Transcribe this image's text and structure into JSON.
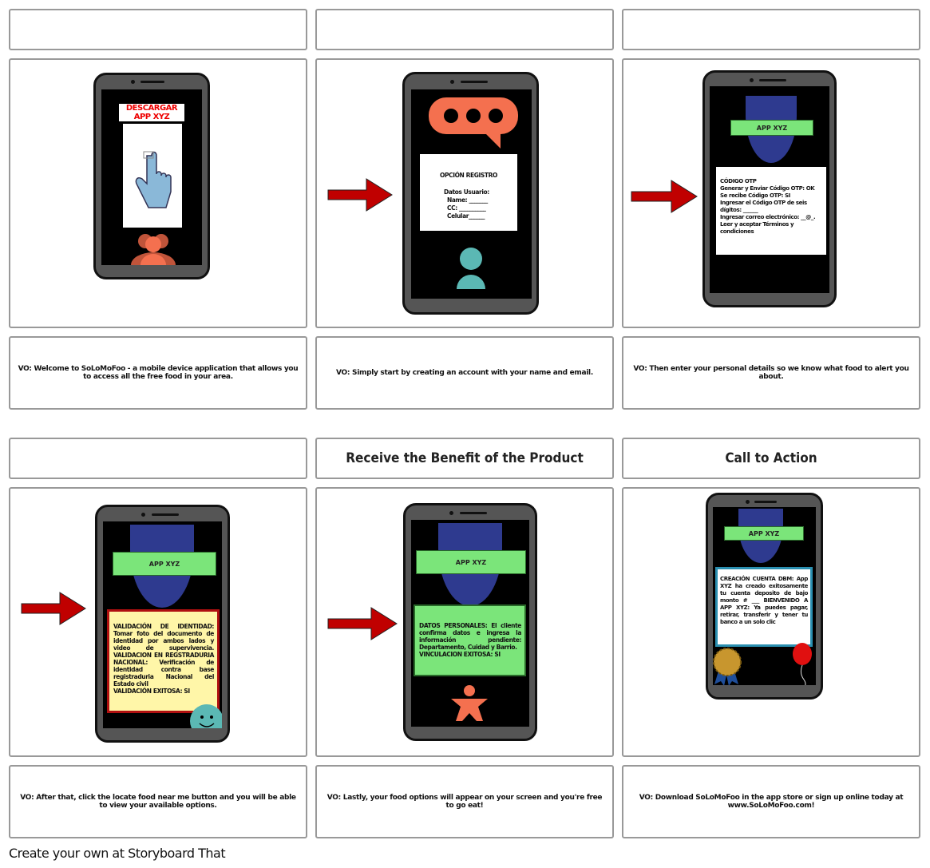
{
  "panels": [
    {
      "title": "",
      "caption": "VO: Welcome to SoLoMoFoo - a mobile device application that allows you to access all the free food in your area.",
      "screen": {
        "header": "DESCARGAR APP XYZ"
      }
    },
    {
      "title": "",
      "caption": "VO: Simply start by creating an account with your name and email.",
      "screen": {
        "heading": "OPCIÓN REGISTRO",
        "lines": [
          "Datos Usuario:",
          "Name: _______",
          "CC: __________",
          "Celular______"
        ]
      }
    },
    {
      "title": "",
      "caption": "VO: Then enter your personal details so we know what food to alert you about.",
      "screen": {
        "banner": "APP XYZ",
        "lines": [
          "CÓDIGO OTP",
          "Generar y Enviar Código OTP: OK",
          "Se recibe Código OTP: SI",
          "Ingresar el Código OTP de seis dígitos: ______",
          "Ingresar correo electrónico: __@_.",
          "Leer y aceptar Términos y condiciones"
        ]
      }
    },
    {
      "title": "",
      "caption": "VO: After that, click the locate food near me button and you will be able to view your available options.",
      "screen": {
        "banner": "APP XYZ",
        "text": "VALIDACIÓN DE IDENTIDAD: Tomar foto del documento de identidad por ambos lados y video de supervivencia. VALIDACION EN REGSTRADURIA NACIONAL: Verificación de identidad contra base registraduria Nacional del Estado civil",
        "last": "VALIDACIÓN EXITOSA: SI"
      }
    },
    {
      "title": "Receive the Benefit of the Product",
      "caption": "VO: Lastly, your food options will appear on your screen and you're free to go eat!",
      "screen": {
        "banner": "APP XYZ",
        "text": "DATOS PERSONALES: El cliente confirma datos e ingresa la información pendiente: Departamento, Cuidad y Barrio.",
        "last": "VINCULACION EXITOSA: SI"
      }
    },
    {
      "title": "Call to Action",
      "caption": "VO: Download SoLoMoFoo in the app store or sign up online today at www.SoLoMoFoo.com!",
      "screen": {
        "banner": "APP XYZ",
        "text": "CREACIÓN CUENTA DBM: App XYZ ha creado exitosamente tu cuenta deposito de bajo monto # ___ BIENVENIDO A APP XYZ: Ya puedes pagar, retirar, transferir y tener tu banco a un solo clic"
      }
    }
  ],
  "footer": "Create your own at Storyboard That",
  "colors": {
    "arrow": "#c00000",
    "banner": "#7be57a",
    "shield": "#2e3a8f",
    "coral": "#f4704f",
    "teal": "#5bb8b4"
  }
}
